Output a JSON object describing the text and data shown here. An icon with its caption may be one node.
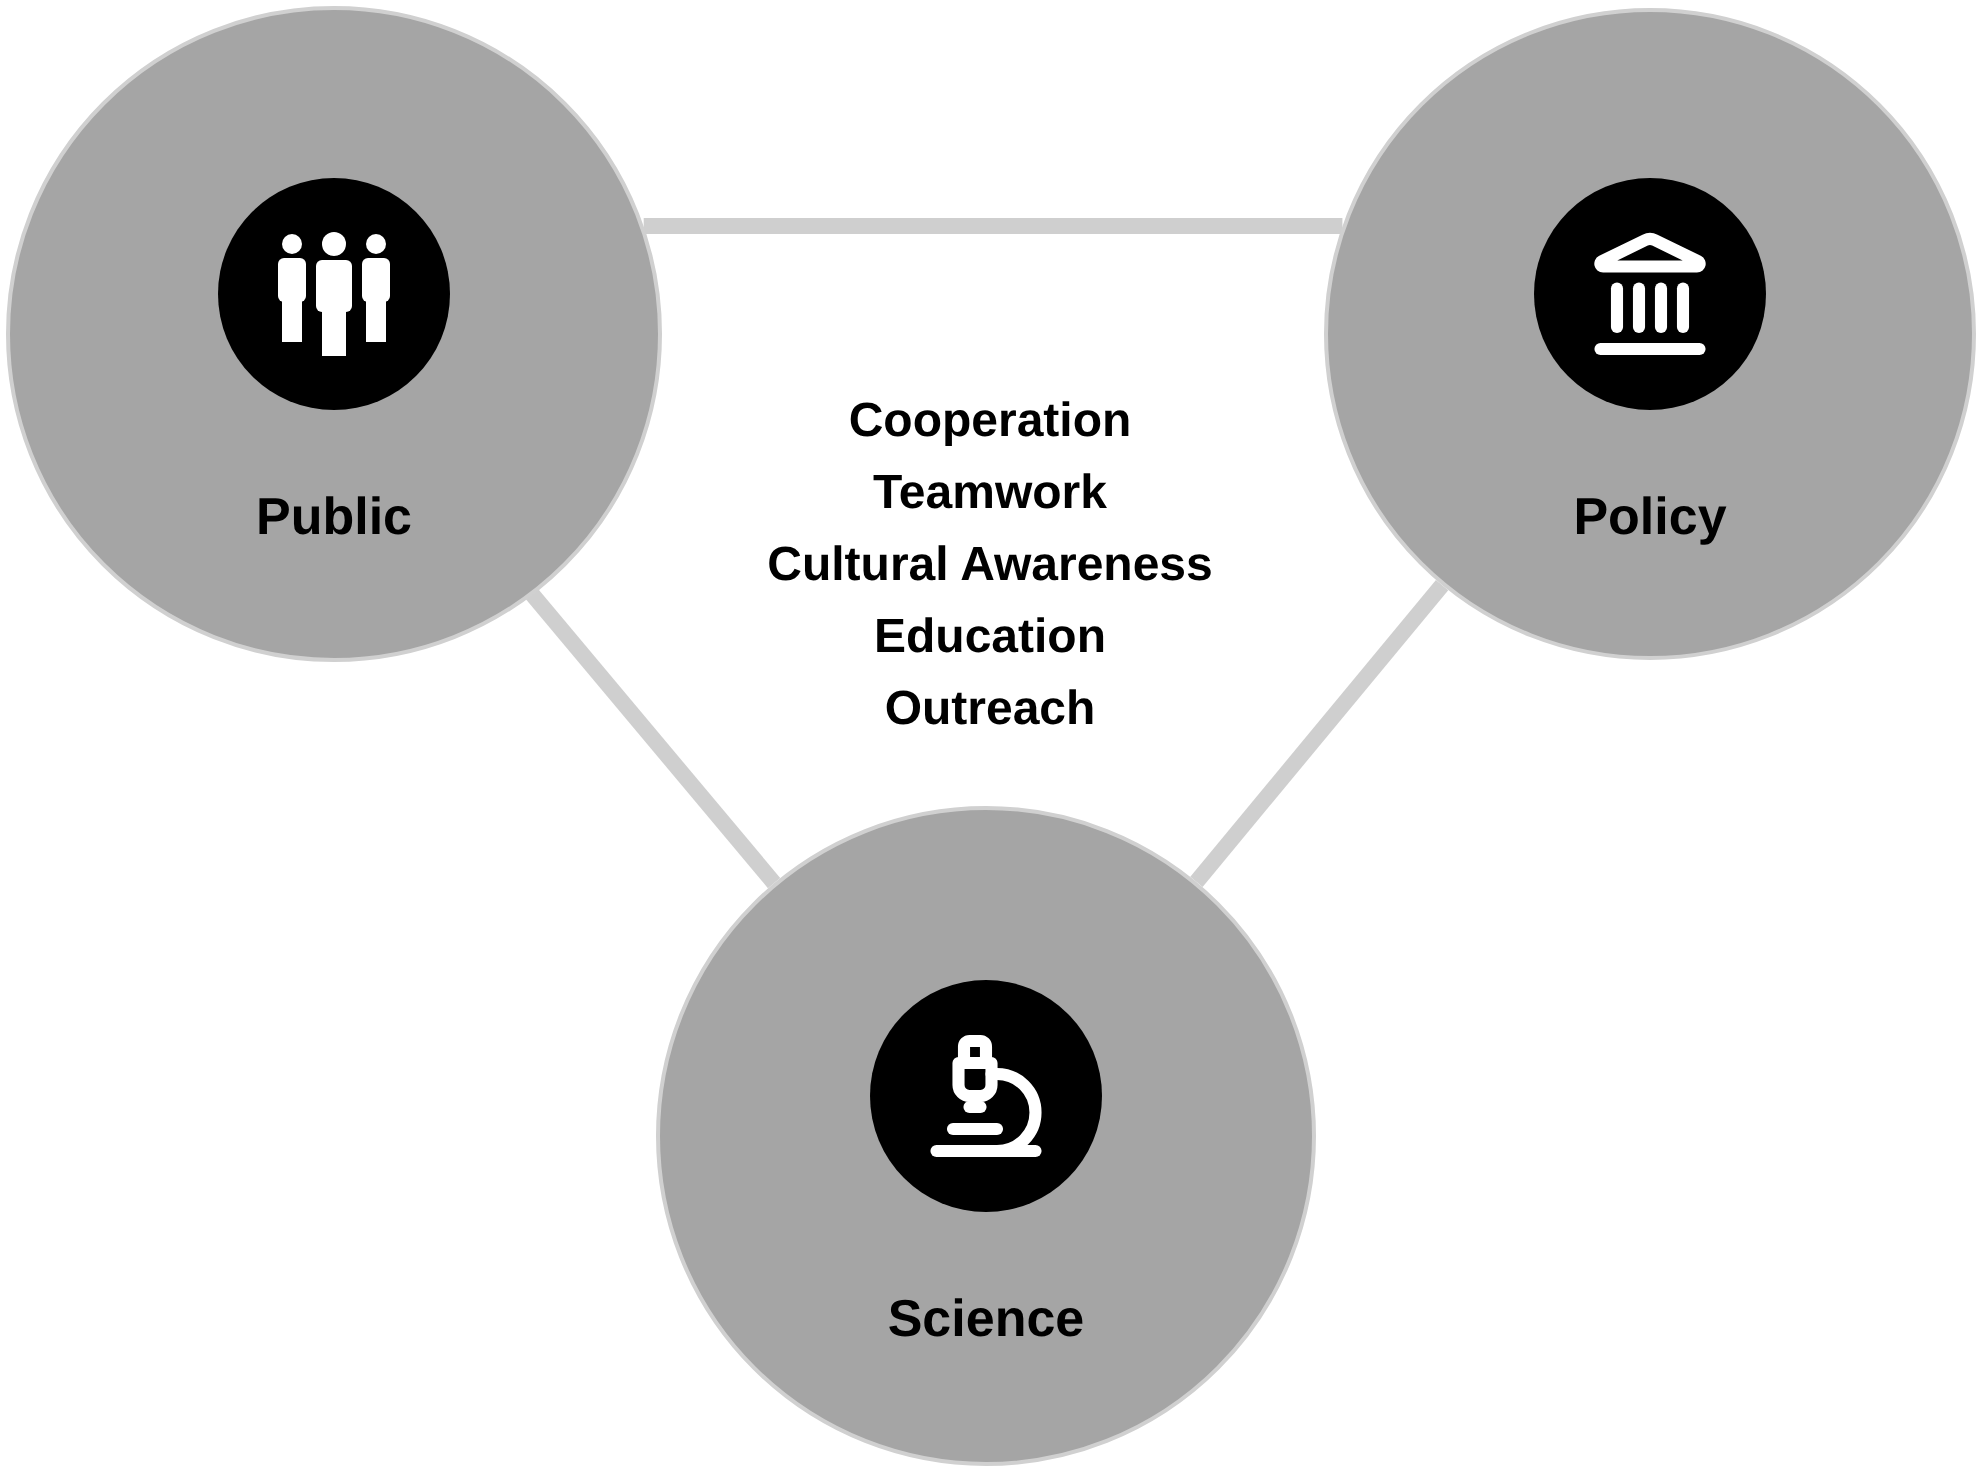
{
  "diagram": {
    "nodes": [
      {
        "text": [
          "Public"
        ]
      },
      {
        "text": [
          "Policy"
        ]
      },
      {
        "text": [
          "Science"
        ]
      }
    ],
    "edges": [
      {
        "from": 0,
        "to": 1,
        "arrow": "none"
      },
      {
        "from": 0,
        "to": 2,
        "arrow": "none"
      },
      {
        "from": 1,
        "to": 2,
        "arrow": "none"
      }
    ],
    "labels": [
      "Cooperation",
      "Teamwork",
      "Cultural Awareness",
      "Education",
      "Outreach"
    ]
  }
}
